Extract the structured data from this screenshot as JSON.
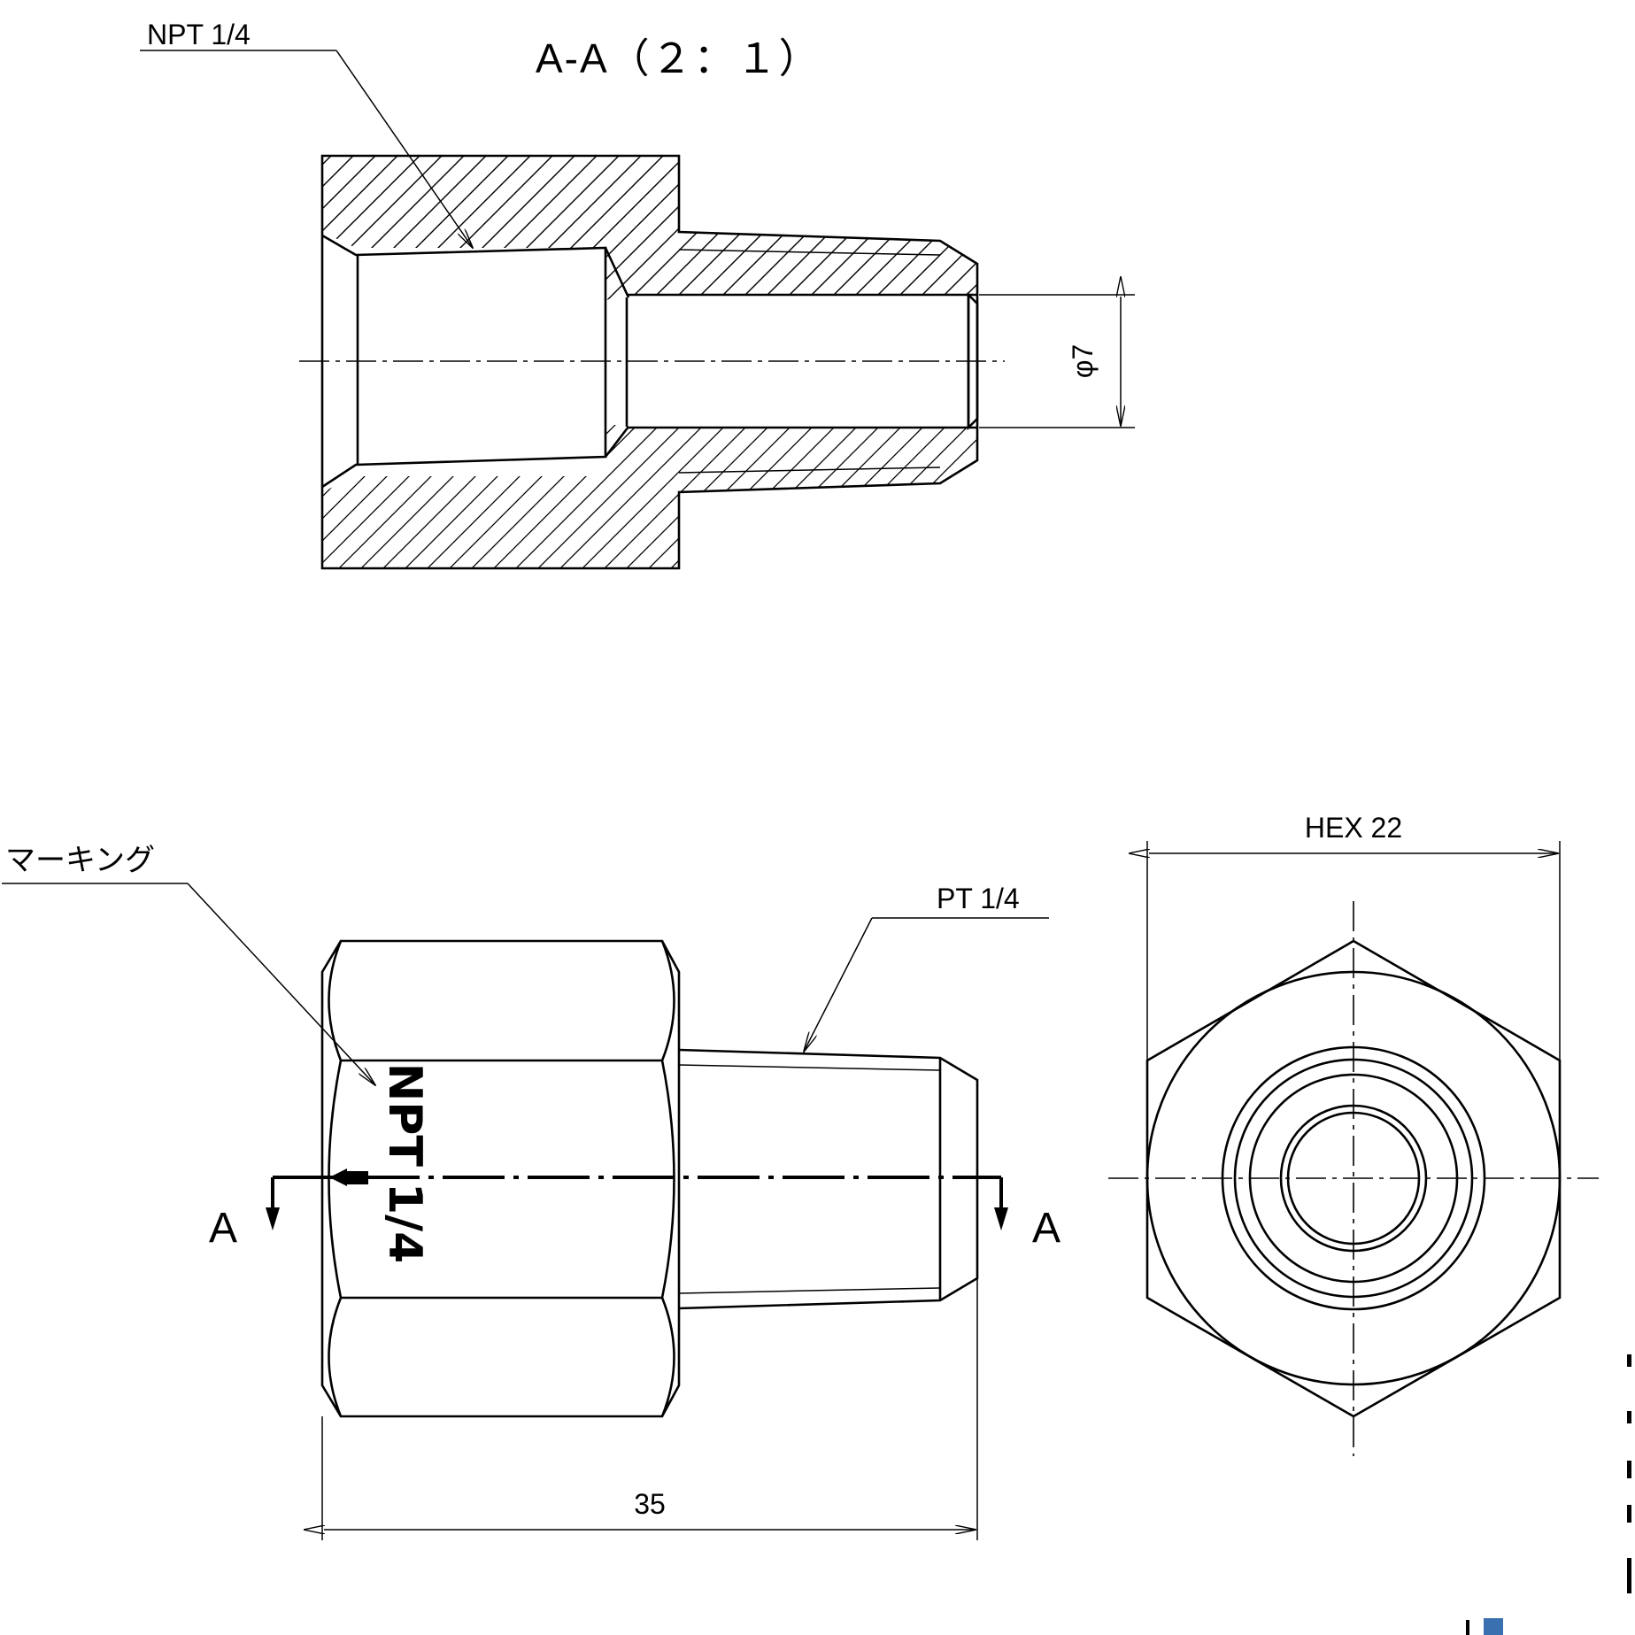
{
  "section_view": {
    "title": "A-A（２：１）",
    "thread_callout": "NPT 1/4",
    "bore_dimension": "φ7"
  },
  "front_view": {
    "marking_callout": "マーキング",
    "marking_text": "NPT 1/4",
    "thread_callout": "PT 1/4",
    "section_label_left": "A",
    "section_label_right": "A",
    "length_dimension": "35"
  },
  "end_view": {
    "hex_dimension": "HEX 22"
  }
}
